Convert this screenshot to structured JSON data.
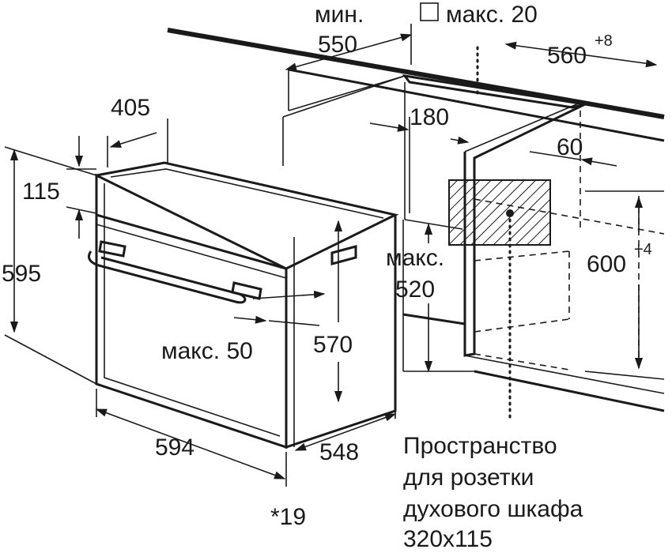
{
  "labels": {
    "min": "мин.",
    "max_20": "макс. 20",
    "dim_550": "550",
    "dim_560": "560",
    "dim_560_tol": "+8",
    "dim_405": "405",
    "dim_180": "180",
    "dim_60": "60",
    "dim_115": "115",
    "dim_595": "595",
    "dim_600": "600",
    "dim_600_tol": "+4",
    "max_520_a": "макс.",
    "max_520_b": "520",
    "max_50": "макс. 50",
    "dim_570": "570",
    "dim_594": "594",
    "dim_548": "548",
    "note_19": "*19",
    "socket_line1": "Пространство",
    "socket_line2": "для розетки",
    "socket_line3": "духового шкафа",
    "socket_line4": "320x115"
  }
}
